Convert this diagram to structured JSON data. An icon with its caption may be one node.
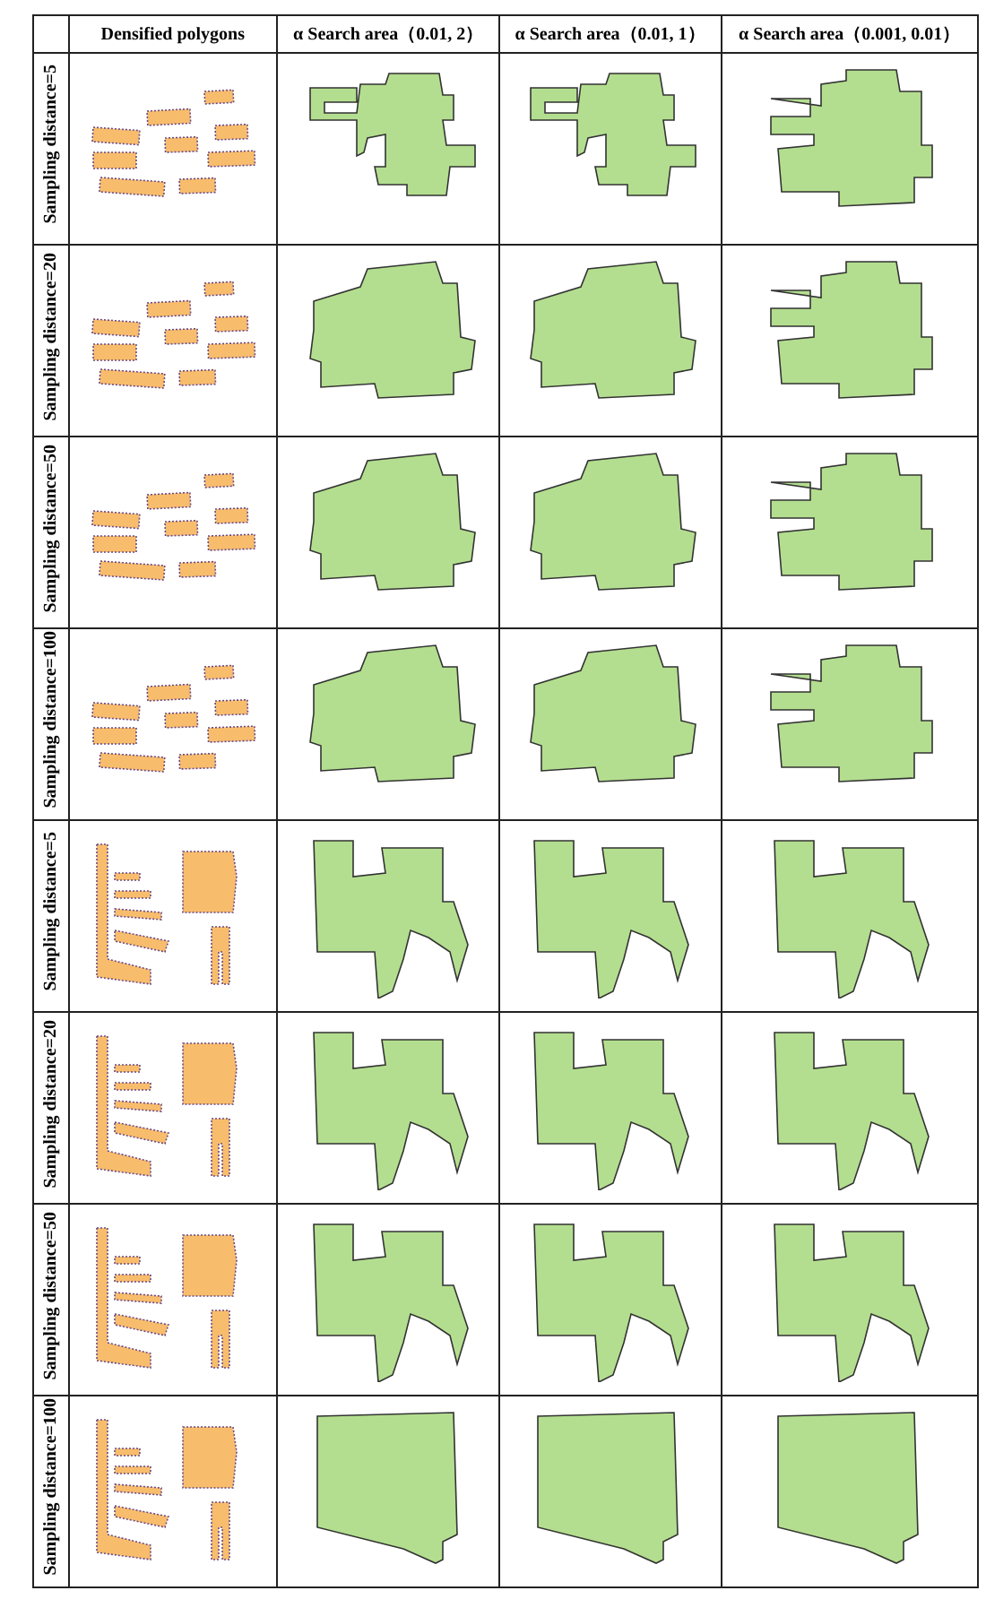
{
  "diagram": {
    "labels": [
      "Densified polygons",
      "α Search area（0.01, 2）",
      "α Search area（0.01, 1）",
      "α Search area（0.001, 0.01）",
      "Sampling distance=5",
      "Sampling distance=20",
      "Sampling distance=50",
      "Sampling distance=100",
      "Sampling distance=5",
      "Sampling distance=20",
      "Sampling distance=50",
      "Sampling distance=100"
    ]
  }
}
